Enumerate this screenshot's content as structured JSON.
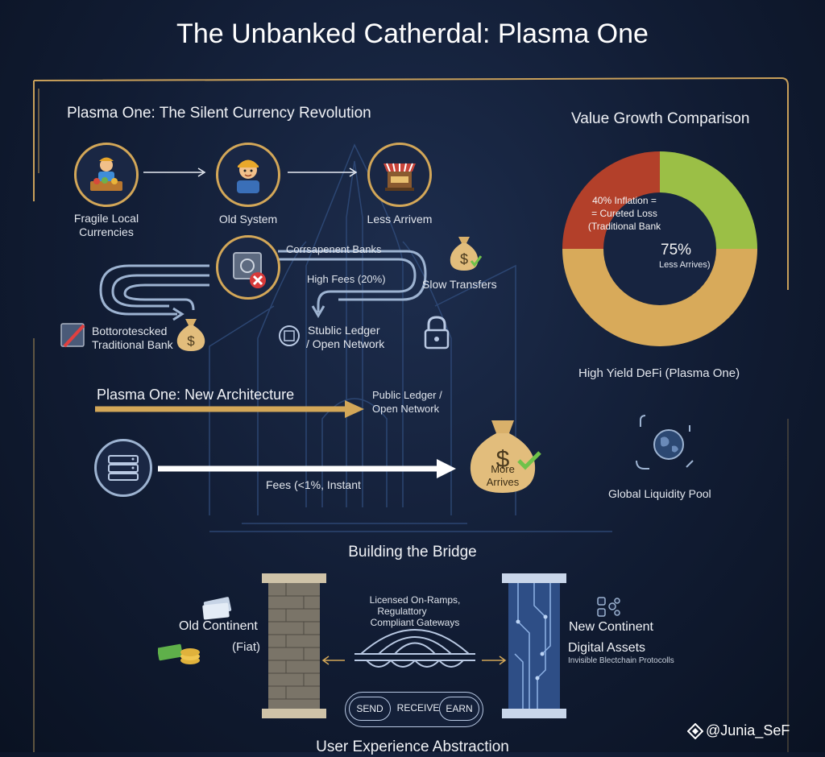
{
  "title": "The Unbanked Catherdal: Plasma One",
  "revolution": {
    "title": "Plasma One: The Silent Currency Revolution",
    "fragile_label_1": "Fragile Local",
    "fragile_label_2": "Currencies",
    "old_system_label": "Old System",
    "less_arrives_label": "Less Arrivem",
    "correspondent_banks": "Corrsapenent Banks",
    "high_fees": "High Fees (20%)",
    "slow_transfers": "Slow Transfers",
    "trad_bank_1": "Bottorotescked",
    "trad_bank_2": "Traditional Bank",
    "stublic_1": "Stublic Ledger",
    "stublic_2": "/ Open Network"
  },
  "architecture": {
    "title": "Plasma One: New Architecture",
    "public_ledger_1": "Public Ledger /",
    "public_ledger_2": "Open Network",
    "fees": "Fees (<1%, Instant",
    "more": "More",
    "arrives": "Arrives",
    "global_pool": "Global Liquidity Pool",
    "dollar_sign": "$"
  },
  "chart_data": {
    "type": "pie",
    "title": "Value Growth Comparison",
    "slices": [
      {
        "label": "40% Inflation = = Cureted Loss (Traditional Bank",
        "value": 25,
        "color": "#b3402a"
      },
      {
        "label": "High Yield DeFi (Plasma One)",
        "value": 25,
        "color": "#9bbf46"
      },
      {
        "label": "75% Less Arrives)",
        "value": 50,
        "color": "#d8aa5a"
      }
    ],
    "annotation_red_1": "40% Inflation =",
    "annotation_red_2": "= Cureted Loss",
    "annotation_red_3": "(Traditional Bank",
    "center_value": "75%",
    "center_label": "Less Arrives)",
    "bottom_label": "High Yield DeFi (Plasma One)"
  },
  "bridge": {
    "title": "Building the Bridge",
    "old_continent": "Old Continent",
    "fiat": "(Fiat)",
    "licensed_1": "Licensed On-Ramps,",
    "licensed_2": "Regulattory",
    "licensed_3": "Compliant Gateways",
    "new_continent": "New Continent",
    "digital_assets": "Digital Assets",
    "invisible": "Invisible Blectchain Protocolls",
    "send": "SEND",
    "receive": "RECEIVE",
    "earn": "EARN",
    "ux": "User Experience Abstraction"
  },
  "watermark": "@Junia_SeF",
  "colors": {
    "gold": "#d3a758",
    "arrow_blue": "#9db3d1",
    "background": "#111c33"
  }
}
